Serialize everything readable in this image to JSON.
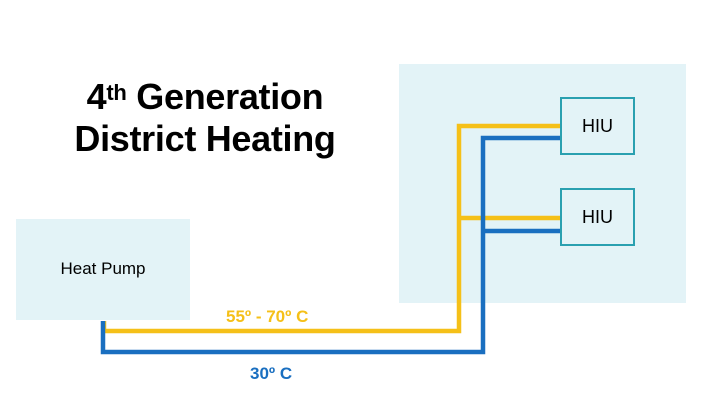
{
  "title": {
    "line1_prefix": "4",
    "line1_sup": "th",
    "line1_suffix": " Generation",
    "line2": "District Heating"
  },
  "heat_pump": {
    "label": "Heat Pump"
  },
  "hius": [
    {
      "label": "HIU"
    },
    {
      "label": "HIU"
    }
  ],
  "flow": {
    "label": "55º - 70º C",
    "color": "#f5c018"
  },
  "return": {
    "label": "30º C",
    "color": "#1a6fc0"
  },
  "colors": {
    "panel_fill": "#e3f3f7",
    "hiu_border": "#2aa0b0",
    "text": "#000000"
  }
}
